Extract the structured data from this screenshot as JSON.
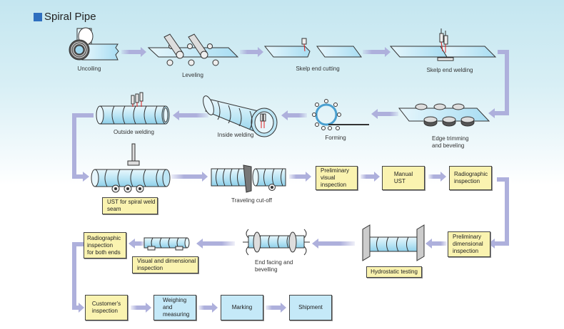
{
  "title": "Spiral Pipe",
  "colors": {
    "title_square": "#2e6fbf",
    "arrow": "#aeb0dc",
    "box_yellow": "#faf3b0",
    "box_blue": "#c5e9f8",
    "pipe": "#bde6f5"
  },
  "steps": {
    "uncoiling": "Uncoiling",
    "leveling": "Leveling",
    "skelp_end_cutting": "Skelp end cutting",
    "skelp_end_welding": "Skelp end welding",
    "edge_trimming_1": "Edge trimming",
    "edge_trimming_2": "and beveling",
    "forming": "Forming",
    "inside_welding": "Inside welding",
    "outside_welding": "Outside welding",
    "ust_spiral_1": "UST for spiral weld",
    "ust_spiral_2": "seam",
    "traveling_cutoff": "Traveling cut-off",
    "prelim_visual_1": "Preliminary",
    "prelim_visual_2": "visual",
    "prelim_visual_3": "inspection",
    "manual_ust_1": "Manual",
    "manual_ust_2": "UST",
    "radiographic_1": "Radiographic",
    "radiographic_2": "inspection",
    "prelim_dim_1": "Preliminary",
    "prelim_dim_2": "dimensional",
    "prelim_dim_3": "inspection",
    "hydrostatic": "Hydrostatic testing",
    "end_facing_1": "End facing and",
    "end_facing_2": "bevelling",
    "visual_dim_1": "Visual and dimensional",
    "visual_dim_2": "inspection",
    "radio_ends_1": "Radiographic",
    "radio_ends_2": "inspection",
    "radio_ends_3": "for both ends",
    "customer_1": "Customer's",
    "customer_2": "inspection",
    "weighing_1": "Weighing",
    "weighing_2": "and",
    "weighing_3": "measuring",
    "marking": "Marking",
    "shipment": "Shipment"
  }
}
